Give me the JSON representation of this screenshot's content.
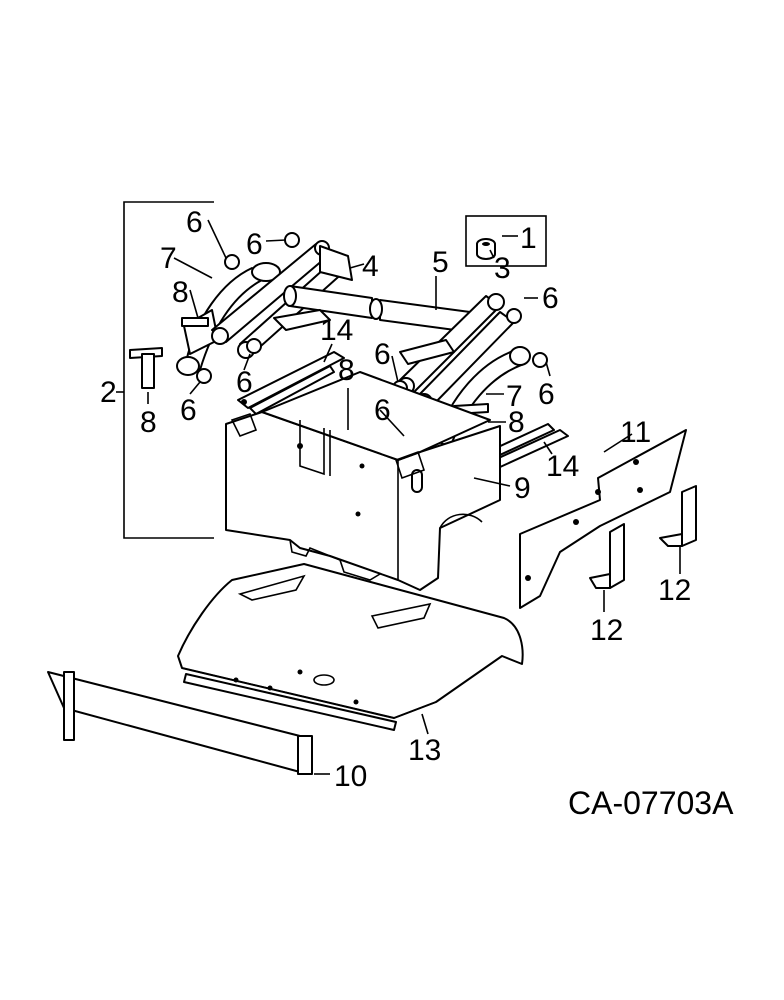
{
  "drawing": {
    "figure_id": "CA-07703A"
  },
  "callouts": [
    {
      "id": "c1",
      "label": "1"
    },
    {
      "id": "c2",
      "label": "2"
    },
    {
      "id": "c3",
      "label": "3"
    },
    {
      "id": "c4",
      "label": "4"
    },
    {
      "id": "c5",
      "label": "5"
    },
    {
      "id": "c6a",
      "label": "6"
    },
    {
      "id": "c6b",
      "label": "6"
    },
    {
      "id": "c6c",
      "label": "6"
    },
    {
      "id": "c6d",
      "label": "6"
    },
    {
      "id": "c6e",
      "label": "6"
    },
    {
      "id": "c6f",
      "label": "6"
    },
    {
      "id": "c6g",
      "label": "6"
    },
    {
      "id": "c6h",
      "label": "6"
    },
    {
      "id": "c7a",
      "label": "7"
    },
    {
      "id": "c7b",
      "label": "7"
    },
    {
      "id": "c8a",
      "label": "8"
    },
    {
      "id": "c8b",
      "label": "8"
    },
    {
      "id": "c8c",
      "label": "8"
    },
    {
      "id": "c8d",
      "label": "8"
    },
    {
      "id": "c9",
      "label": "9"
    },
    {
      "id": "c10",
      "label": "10"
    },
    {
      "id": "c11",
      "label": "11"
    },
    {
      "id": "c12a",
      "label": "12"
    },
    {
      "id": "c12b",
      "label": "12"
    },
    {
      "id": "c13",
      "label": "13"
    },
    {
      "id": "c14a",
      "label": "14"
    },
    {
      "id": "c14b",
      "label": "14"
    }
  ]
}
